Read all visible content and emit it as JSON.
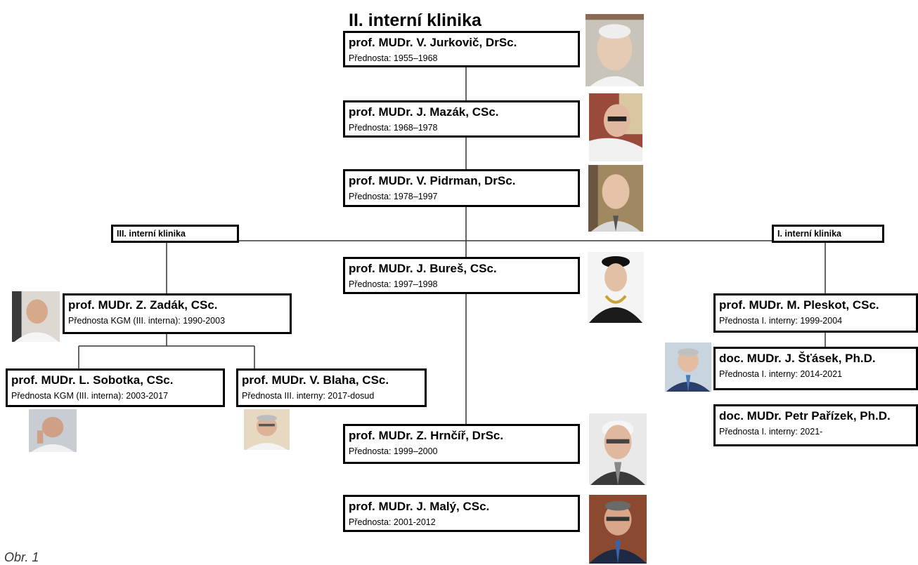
{
  "title": "II. interní klinika",
  "clinics": {
    "left": "III. interní klinika",
    "right": "I. interní klinika"
  },
  "heads": [
    {
      "name": "prof. MUDr. V. Jurkovič, DrSc.",
      "role": "Přednosta: 1955–1968"
    },
    {
      "name": "prof. MUDr. J. Mazák, CSc.",
      "role": "Přednosta: 1968–1978"
    },
    {
      "name": "prof. MUDr. V. Pidrman, DrSc.",
      "role": "Přednosta: 1978–1997"
    },
    {
      "name": "prof. MUDr. J. Bureš, CSc.",
      "role": "Přednosta: 1997–1998"
    },
    {
      "name": "prof. MUDr. Z. Zadák, CSc.",
      "role": "Přednosta KGM (III. interna): 1990-2003"
    },
    {
      "name": "prof. MUDr. L. Sobotka, CSc.",
      "role": "Přednosta KGM (III. interna): 2003-2017"
    },
    {
      "name": "prof. MUDr. V. Blaha, CSc.",
      "role": "Přednosta III. interny: 2017-dosud"
    },
    {
      "name": "prof. MUDr. M. Pleskot, CSc.",
      "role": "Přednosta I. interny: 1999-2004"
    },
    {
      "name": "doc. MUDr. J. Šťásek, Ph.D.",
      "role": "Přednosta I. interny: 2014-2021"
    },
    {
      "name": "doc. MUDr. Petr Pařízek, Ph.D.",
      "role": "Přednosta I. interny: 2021-"
    },
    {
      "name": "prof. MUDr. Z. Hrnčíř, DrSc.",
      "role": "Přednosta: 1999–2000"
    },
    {
      "name": "prof. MUDr. J. Malý, CSc.",
      "role": "Přednosta: 2001-2012"
    }
  ],
  "caption": "Obr. 1"
}
